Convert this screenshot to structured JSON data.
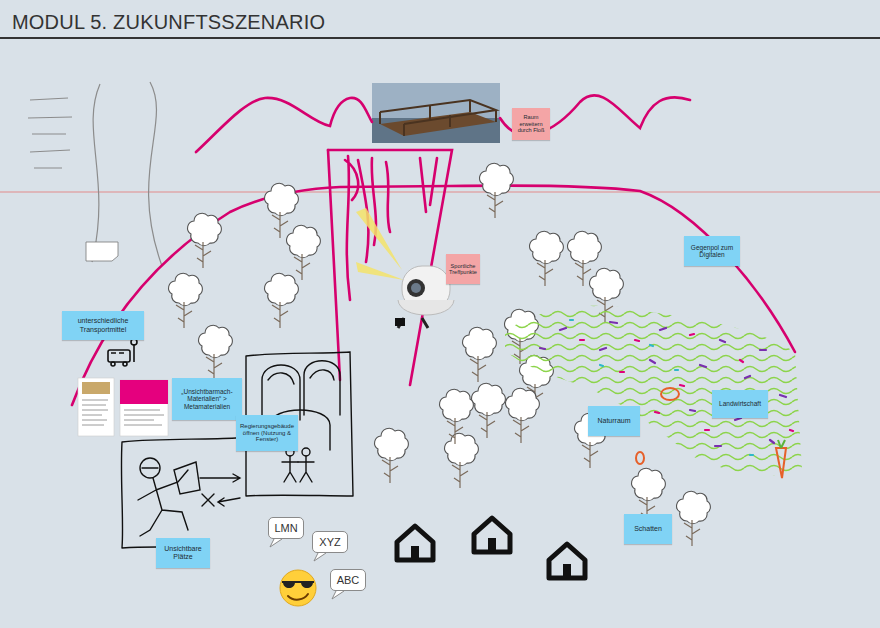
{
  "diagram": {
    "title": "MODUL 5. ZUKUNFTSSZENARIO",
    "nodes": [
      {
        "text": [
          "Raum erweitern durch Floß"
        ]
      },
      {
        "text": [
          "Gegenpol zum Digitalen"
        ]
      },
      {
        "text": [
          "Sportliche Treffpunkte"
        ]
      },
      {
        "text": [
          "unterschiedliche Transportmittel"
        ]
      },
      {
        "text": [
          "„Unsichtbarmach-Materialien“ > Metamaterialien"
        ]
      },
      {
        "text": [
          "Landwirtschaft"
        ]
      },
      {
        "text": [
          "Naturraum"
        ]
      },
      {
        "text": [
          "Regierungsgebäude öffnen (Nutzung & Fenster)"
        ]
      },
      {
        "text": [
          "Schatten"
        ]
      },
      {
        "text": [
          "LMN"
        ]
      },
      {
        "text": [
          "XYZ"
        ]
      },
      {
        "text": [
          "Unsichtbare Plätze"
        ]
      },
      {
        "text": [
          "ABC"
        ]
      }
    ]
  }
}
